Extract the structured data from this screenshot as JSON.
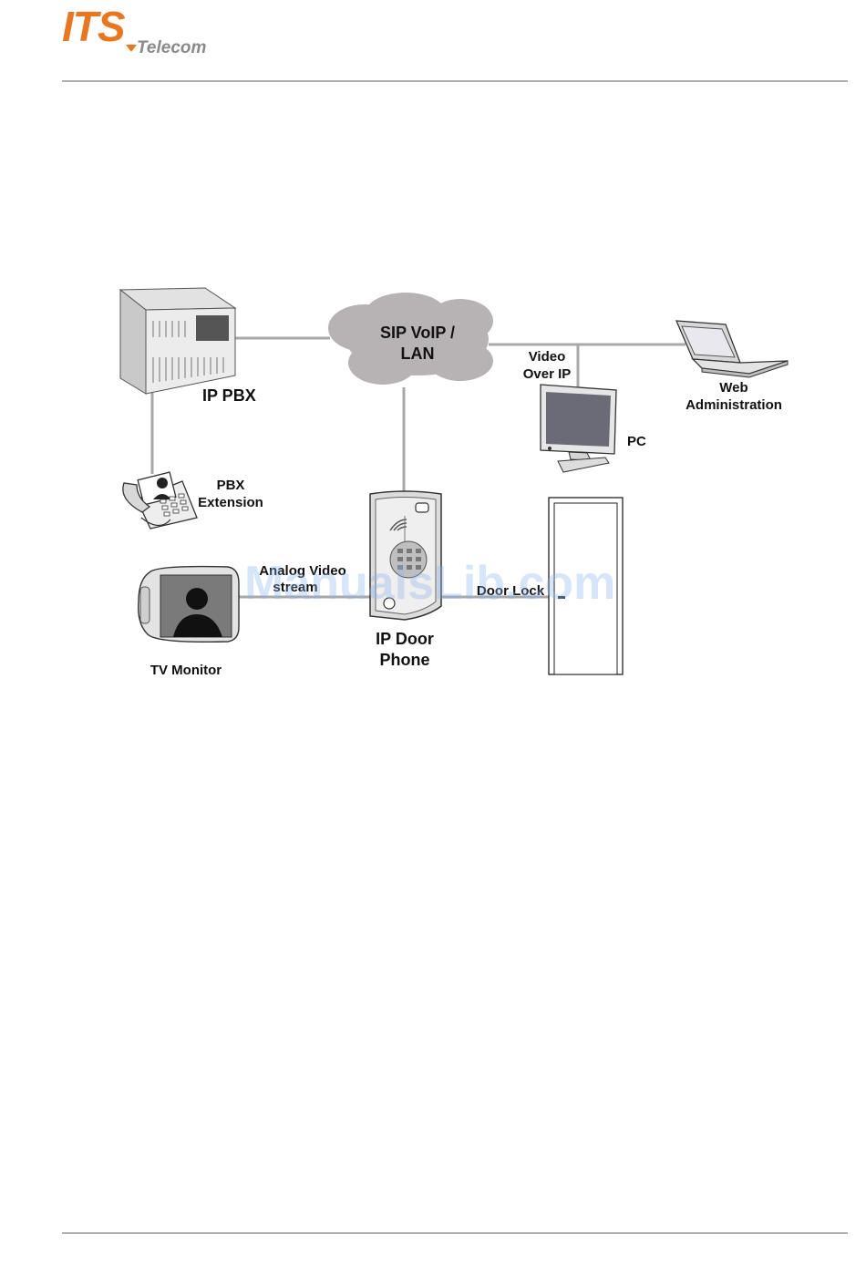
{
  "header": {
    "logo_main": "ITS",
    "logo_sub": "Telecom"
  },
  "colors": {
    "brand": "#e87722",
    "rule": "#b0b0b0",
    "cloud": "#b7b3b4",
    "connector": "#a8a8a8",
    "watermark": "#8fb6ec"
  },
  "diagram": {
    "cloud_label": [
      "SIP VoIP /",
      "LAN"
    ],
    "pbx_label": "IP PBX",
    "pbx_ext_label": [
      "PBX",
      "Extension"
    ],
    "video_over_ip_label": [
      "Video",
      "Over IP"
    ],
    "pc_label": "PC",
    "web_admin_label": [
      "Web",
      "Administration"
    ],
    "analog_video_label": [
      "Analog Video",
      "stream"
    ],
    "door_lock_label": "Door Lock",
    "door_phone_label": [
      "IP Door",
      "Phone"
    ],
    "tv_monitor_label": "TV Monitor"
  },
  "watermark": "ManualsLib.com"
}
